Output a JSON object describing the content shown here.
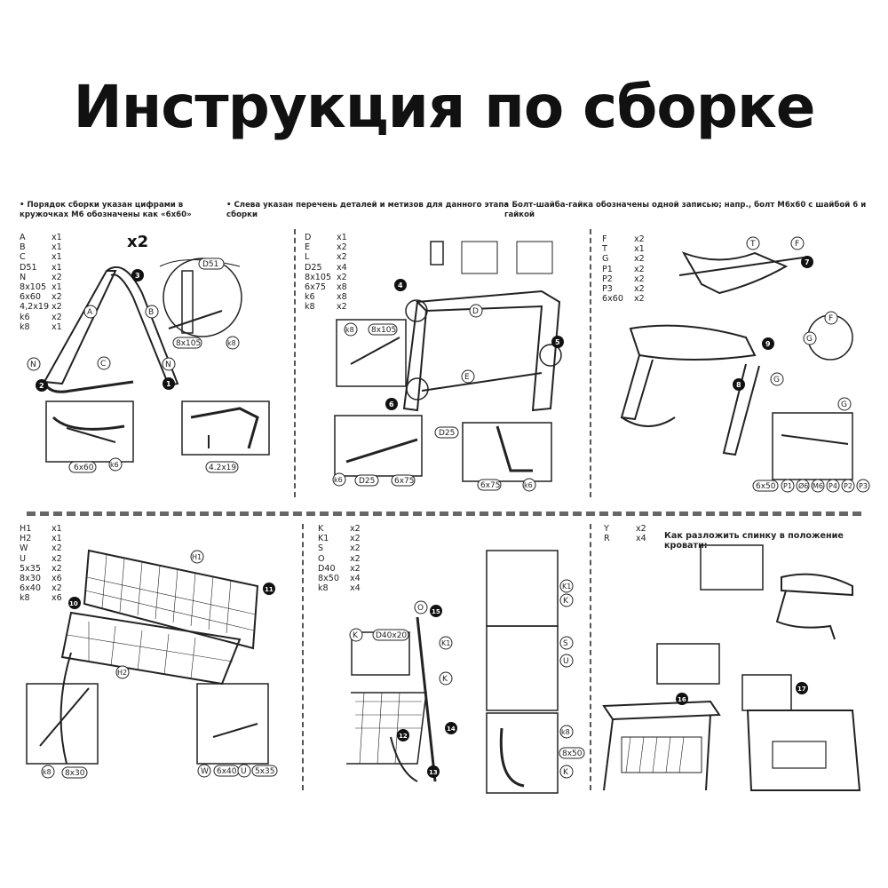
{
  "title": "Инструкция по сборке",
  "notes": [
    "• Порядок сборки указан цифрами в кружочках М6 обозначены как «6х60»",
    "• Слева указан перечень деталей и метизов для данного этапа сборки",
    "• Болт-шайба-гайка обозначены одной записью; напр., болт М6х60 с шайбой 6 и гайкой"
  ],
  "panels": [
    {
      "parts": [
        [
          "A",
          "x1"
        ],
        [
          "B",
          "x1"
        ],
        [
          "C",
          "x1"
        ],
        [
          "D51",
          "x1"
        ],
        [
          "N",
          "x2"
        ],
        [
          "8x105",
          "x1"
        ],
        [
          "6x60",
          "x2"
        ],
        [
          "4,2x19",
          "x2"
        ],
        [
          "k6",
          "x2"
        ],
        [
          "k8",
          "x1"
        ]
      ]
    },
    {
      "parts": [
        [
          "D",
          "x1"
        ],
        [
          "E",
          "x2"
        ],
        [
          "L",
          "x2"
        ],
        [
          "D25",
          "x4"
        ],
        [
          "8x105",
          "x2"
        ],
        [
          "6x75",
          "x8"
        ],
        [
          "k6",
          "x8"
        ],
        [
          "k8",
          "x2"
        ]
      ]
    },
    {
      "parts": [
        [
          "F",
          "x2"
        ],
        [
          "T",
          "x1"
        ],
        [
          "G",
          "x2"
        ],
        [
          "P1",
          "x2"
        ],
        [
          "P2",
          "x2"
        ],
        [
          "P3",
          "x2"
        ],
        [
          "6x60",
          "x2"
        ]
      ]
    },
    {
      "parts": [
        [
          "H1",
          "x1"
        ],
        [
          "H2",
          "x1"
        ],
        [
          "W",
          "x2"
        ],
        [
          "U",
          "x2"
        ],
        [
          "5x35",
          "x2"
        ],
        [
          "8x30",
          "x6"
        ],
        [
          "6x40",
          "x2"
        ],
        [
          "k8",
          "x6"
        ]
      ]
    },
    {
      "parts": [
        [
          "K",
          "x2"
        ],
        [
          "K1",
          "x2"
        ],
        [
          "S",
          "x2"
        ],
        [
          "O",
          "x2"
        ],
        [
          "D40",
          "x2"
        ],
        [
          "8x50",
          "x4"
        ],
        [
          "k8",
          "x4"
        ]
      ]
    },
    {
      "parts": [
        [
          "Y",
          "x2"
        ],
        [
          "R",
          "x4"
        ]
      ]
    }
  ],
  "multiplier": "x2",
  "bed_caption": "Как разложить спинку в положение кровати:",
  "step_numbers": [
    "1",
    "2",
    "3",
    "4",
    "5",
    "6",
    "7",
    "8",
    "9",
    "10",
    "11",
    "12",
    "13",
    "14",
    "15",
    "16",
    "17"
  ],
  "callouts": {
    "p1": [
      "D51",
      "8x105",
      "k8",
      "6x60",
      "k6",
      "4.2x19",
      "A",
      "B",
      "C",
      "N"
    ],
    "p2": [
      "k8",
      "8x105",
      "D",
      "E",
      "D25",
      "6x75",
      "k6",
      "D25",
      "6x75",
      "k6"
    ],
    "p3": [
      "T",
      "F",
      "F",
      "G",
      "G",
      "G",
      "6x50",
      "P1",
      "Ø6",
      "M6",
      "P4",
      "P2",
      "P3"
    ],
    "p4": [
      "H1",
      "H2",
      "k8",
      "8x30",
      "W",
      "6x40",
      "U",
      "5x35"
    ],
    "p5": [
      "K",
      "D40x20",
      "O",
      "K1",
      "K",
      "K1",
      "K",
      "S",
      "U",
      "k8",
      "8x50",
      "K"
    ]
  }
}
